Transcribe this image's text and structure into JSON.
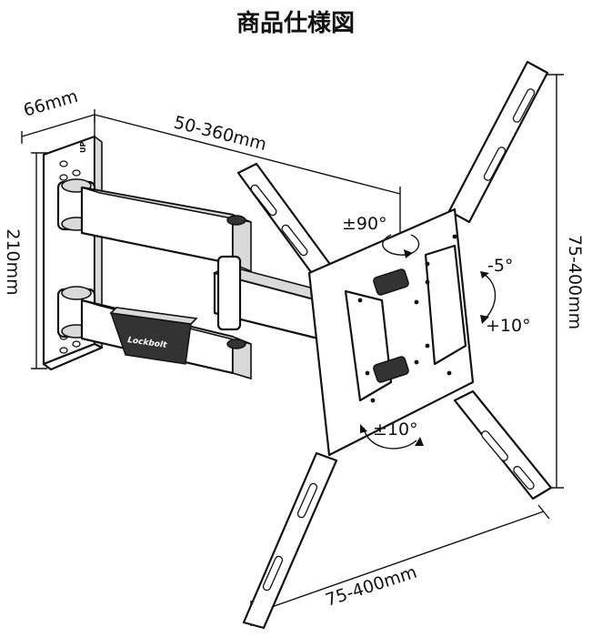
{
  "title": "商品仕様図",
  "dimensions": {
    "plate_depth": "66mm",
    "extension": "50-360mm",
    "plate_height": "210mm",
    "vertical_spacing": "75-400mm",
    "horizontal_spacing": "75-400mm"
  },
  "adjustments": {
    "swivel": "±90°",
    "tilt_up": "-5°",
    "tilt_down": "+10°",
    "rotation": "±10°"
  },
  "plate_label": "UP",
  "brand_label": "Lockbolt"
}
